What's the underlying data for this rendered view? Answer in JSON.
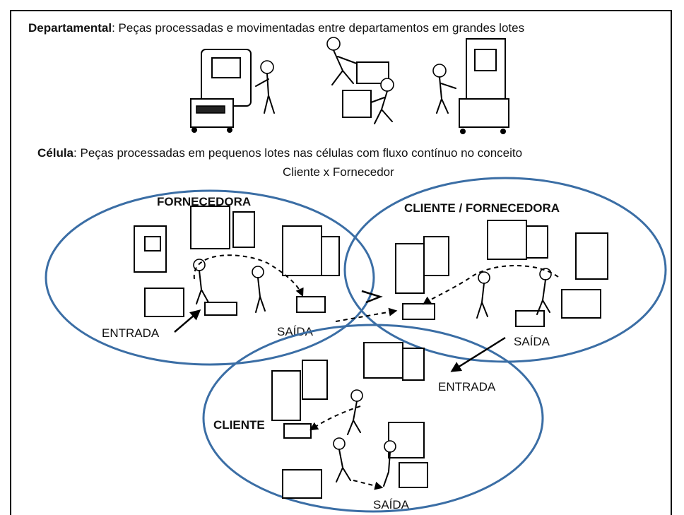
{
  "departmental": {
    "label": "Departamental",
    "text": ": Peças processadas e movimentadas entre  departamentos em grandes lotes"
  },
  "cell": {
    "label": "Célula",
    "text": ": Peças processadas em pequenos lotes  nas células com fluxo contínuo no conceito",
    "line2": "Cliente x Fornecedor"
  },
  "groups": {
    "fornecedora": "FORNECEDORA",
    "cliente_fornecedora": "CLIENTE / FORNECEDORA",
    "cliente": "CLIENTE"
  },
  "labels": {
    "entrada_1": "ENTRADA",
    "saida_1": "SAÍDA",
    "saida_2": "SAÍDA",
    "entrada_2": "ENTRADA",
    "saida_3": "SAÍDA"
  },
  "colors": {
    "ellipse": "#3b6ea5",
    "frame": "#000000"
  }
}
